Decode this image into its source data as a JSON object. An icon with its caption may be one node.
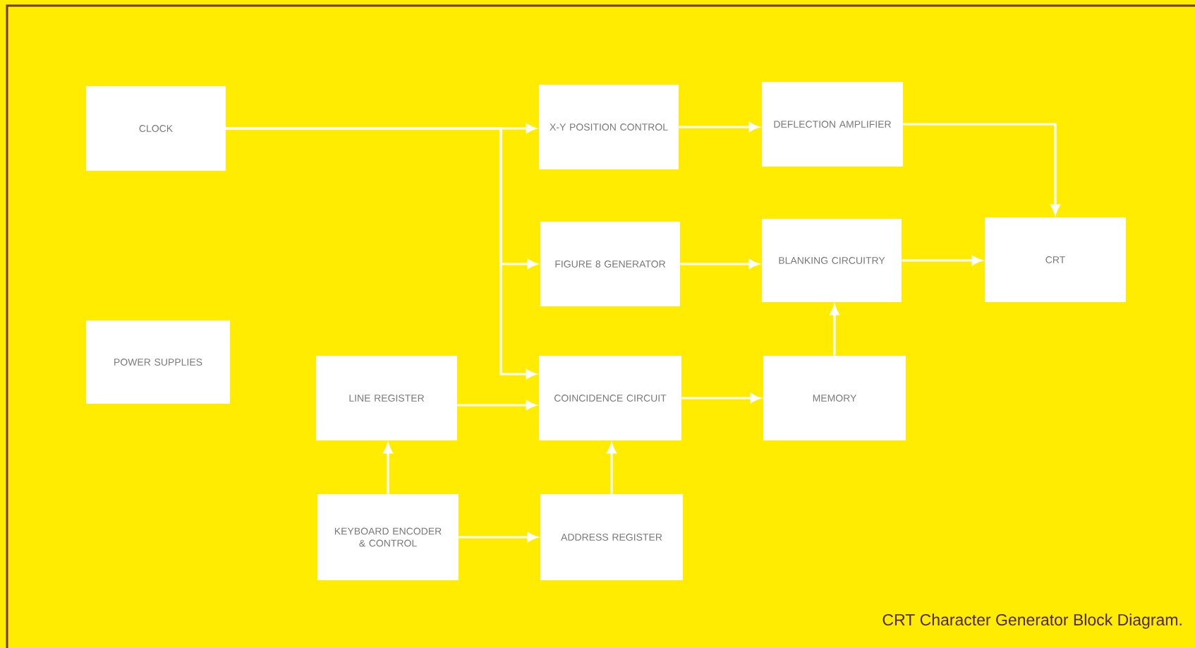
{
  "diagram": {
    "caption": "CRT Character Generator Block Diagram.",
    "nodes": [
      {
        "text": [
          "CLOCK"
        ]
      },
      {
        "text": [
          "X-Y POSITION CONTROL"
        ]
      },
      {
        "text": [
          "DEFLECTION AMPLIFIER"
        ]
      },
      {
        "text": [
          "FIGURE 8 GENERATOR"
        ]
      },
      {
        "text": [
          "BLANKING CIRCUITRY"
        ]
      },
      {
        "text": [
          "CRT"
        ]
      },
      {
        "text": [
          "POWER SUPPLIES"
        ]
      },
      {
        "text": [
          "LINE REGISTER"
        ]
      },
      {
        "text": [
          "COINCIDENCE CIRCUIT"
        ]
      },
      {
        "text": [
          "MEMORY"
        ]
      },
      {
        "text": [
          "KEYBOARD ENCODER & CONTROL"
        ]
      },
      {
        "text": [
          "ADDRESS REGISTER"
        ]
      }
    ],
    "edges": [
      {
        "from": 0,
        "to": 1,
        "arrow": "to"
      },
      {
        "from": 0,
        "to": 3,
        "arrow": "to"
      },
      {
        "from": 0,
        "to": 8,
        "arrow": "to"
      },
      {
        "from": 1,
        "to": 2,
        "arrow": "to"
      },
      {
        "from": 2,
        "to": 5,
        "arrow": "to"
      },
      {
        "from": 3,
        "to": 4,
        "arrow": "to"
      },
      {
        "from": 4,
        "to": 5,
        "arrow": "to"
      },
      {
        "from": 9,
        "to": 4,
        "arrow": "to"
      },
      {
        "from": 7,
        "to": 8,
        "arrow": "to"
      },
      {
        "from": 8,
        "to": 9,
        "arrow": "to"
      },
      {
        "from": 10,
        "to": 7,
        "arrow": "to"
      },
      {
        "from": 10,
        "to": 11,
        "arrow": "to"
      },
      {
        "from": 11,
        "to": 8,
        "arrow": "to"
      }
    ]
  }
}
